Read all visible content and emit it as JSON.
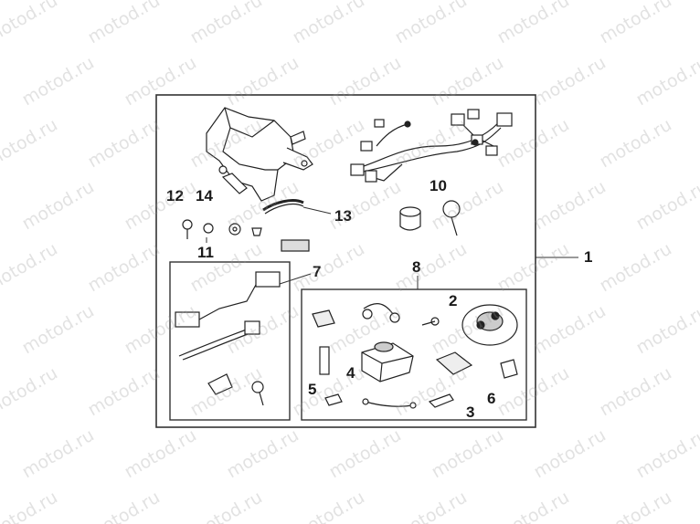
{
  "watermark": "motod.ru",
  "callouts": {
    "c1": "1",
    "c2": "2",
    "c3": "3",
    "c4": "4",
    "c5": "5",
    "c6": "6",
    "c7": "7",
    "c8": "8",
    "c10": "10",
    "c11": "11",
    "c12": "12",
    "c13": "13",
    "c14": "14"
  }
}
